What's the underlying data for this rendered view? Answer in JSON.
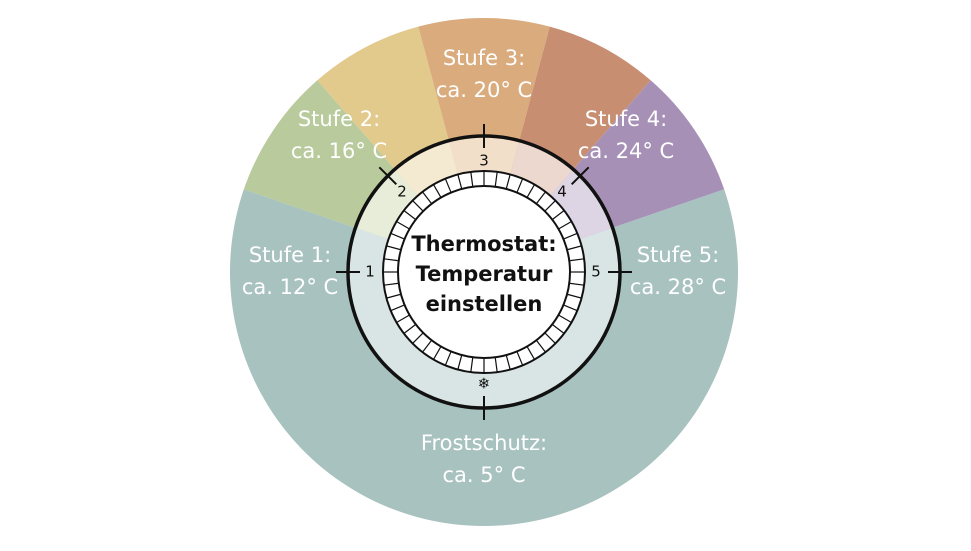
{
  "center_title": [
    "Thermostat:",
    "Temperatur",
    "einstellen"
  ],
  "segments": [
    {
      "id": "frostschutz",
      "name": "Frostschutz:",
      "temp": "ca. 5° C",
      "color": "#a8c2bf",
      "inner_color": "#d9e5e4",
      "dial_label": "❄",
      "icon": "snowflake-icon"
    },
    {
      "id": "stufe-1",
      "name": "Stufe 1:",
      "temp": "ca. 12° C",
      "color": "#b9ca9c",
      "inner_color": "#e7edd9",
      "dial_label": "1"
    },
    {
      "id": "stufe-2",
      "name": "Stufe 2:",
      "temp": "ca. 16° C",
      "color": "#e2c98c",
      "inner_color": "#f4ead2",
      "dial_label": "2"
    },
    {
      "id": "stufe-3",
      "name": "Stufe 3:",
      "temp": "ca. 20° C",
      "color": "#d9ab7d",
      "inner_color": "#f2dfca",
      "dial_label": "3"
    },
    {
      "id": "stufe-4",
      "name": "Stufe 4:",
      "temp": "ca. 24° C",
      "color": "#c88e72",
      "inner_color": "#ecd8cf",
      "dial_label": "4"
    },
    {
      "id": "stufe-5",
      "name": "Stufe 5:",
      "temp": "ca. 28° C",
      "color": "#a690b6",
      "inner_color": "#ddd4e4",
      "dial_label": "5"
    }
  ]
}
